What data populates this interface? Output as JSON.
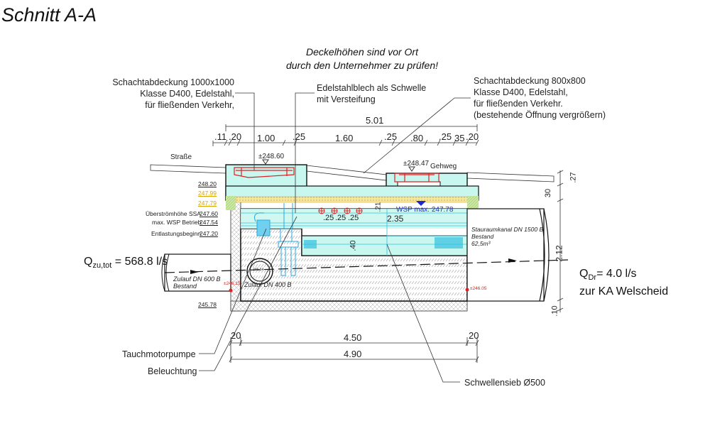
{
  "title": "Schnitt A-A",
  "note": [
    "Deckelhöhen sind vor Ort",
    "durch den Unternehmer zu prüfen!"
  ],
  "callouts": {
    "cover_left": [
      "Schachtabdeckung 1000x1000",
      "Klasse D400, Edelstahl,",
      "für fließenden Verkehr,"
    ],
    "sill_plate": [
      "Edelstahlblech als Schwelle",
      "mit Versteifung"
    ],
    "cover_right": [
      "Schachtabdeckung 800x800",
      "Klasse D400, Edelstahl,",
      "für fließenden Verkehr.",
      "(bestehende Öffnung vergrößern)"
    ],
    "pump": "Tauchmotorpumpe",
    "lighting": "Beleuchtung",
    "screen": "Schwellensieb Ø500"
  },
  "top_dimensions": {
    "total": "5.01",
    "segments": [
      ".11",
      ".20",
      "1.00",
      ".25",
      "1.60",
      ".25",
      ".80",
      ".25",
      "35",
      ".20"
    ]
  },
  "bottom_dimensions": {
    "inner": "4.50",
    "outer": "4.90",
    "wall_left": "20",
    "wall_right": "20"
  },
  "right_dimensions": [
    ".27",
    "30",
    "2.12",
    ".10"
  ],
  "internal_dimensions": [
    ".25",
    ".25",
    ".25",
    "2.35",
    ".40",
    ".21"
  ],
  "surface": {
    "street": "Straße",
    "sidewalk": "Gehweg",
    "cover_level_left": "±248.60",
    "cover_level_right": "±248.47"
  },
  "levels": [
    {
      "label": "",
      "value": "248.20",
      "color": "#222222"
    },
    {
      "label": "",
      "value": "247.99",
      "color": "#d9a400"
    },
    {
      "label": "",
      "value": "247.79",
      "color": "#d9a400"
    },
    {
      "label": "Überströmhöhe SSA",
      "value": "247.60",
      "color": "#222222"
    },
    {
      "label": "max. WSP Betrieb",
      "value": "247.54",
      "color": "#222222"
    },
    {
      "label": "Entlastungsbeginn",
      "value": "247.20",
      "color": "#222222"
    },
    {
      "label": "",
      "value": "245.78",
      "color": "#222222"
    }
  ],
  "water_level": "WSP max. 247.78",
  "pipes": {
    "inlet_600": [
      "Zulauf DN 600 B",
      "Bestand"
    ],
    "inlet_400": "Zulauf DN 400 B",
    "inlet_400_level": "246.64",
    "inlet_invert": "±246.15",
    "outlet_invert": "±246.05",
    "storage": [
      "Stauraumkanal DN 1500 B",
      "Bestand",
      "62,5m³"
    ]
  },
  "flows": {
    "inflow_label": "Q",
    "inflow_sub": "zu,tot",
    "inflow_value": " = 568.8 l/s",
    "throttle_label": "Q",
    "throttle_sub": "Dr",
    "throttle_value": "= 4.0 l/s",
    "throttle_dest": "zur KA Welscheid"
  },
  "colors": {
    "water": "#c8f7ef",
    "water_line": "#33c0e0",
    "cover": "#e02020",
    "level_highlight": "#d9a400",
    "fill_yellow": "#f6e7a0",
    "fill_green": "#c8e8a0",
    "wsp_marker": "#1a2acc"
  }
}
